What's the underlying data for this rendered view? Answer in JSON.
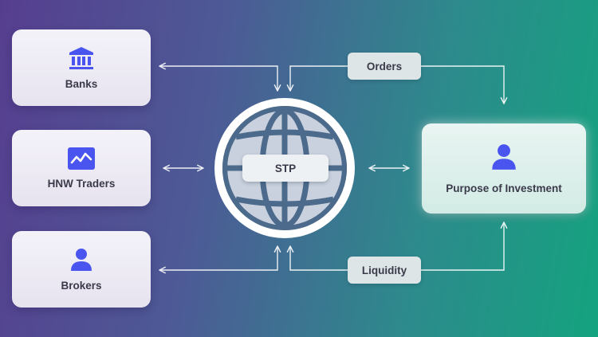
{
  "nodes": {
    "banks": {
      "label": "Banks",
      "icon": "bank-icon"
    },
    "hnw_traders": {
      "label": "HNW Traders",
      "icon": "chart-line-icon"
    },
    "brokers": {
      "label": "Brokers",
      "icon": "user-icon"
    },
    "hub": {
      "label": "STP",
      "icon": "globe-icon"
    },
    "target": {
      "label": "Purpose of Investment",
      "icon": "user-icon"
    }
  },
  "edges": {
    "orders": {
      "label": "Orders"
    },
    "liquidity": {
      "label": "Liquidity"
    }
  },
  "colors": {
    "icon_blue": "#4a55f0",
    "card_text": "#3b3a4a",
    "connector": "#ffffff",
    "globe_stroke": "#4c6a8b",
    "gradient_start": "#563e8f",
    "gradient_end": "#14a37f"
  }
}
